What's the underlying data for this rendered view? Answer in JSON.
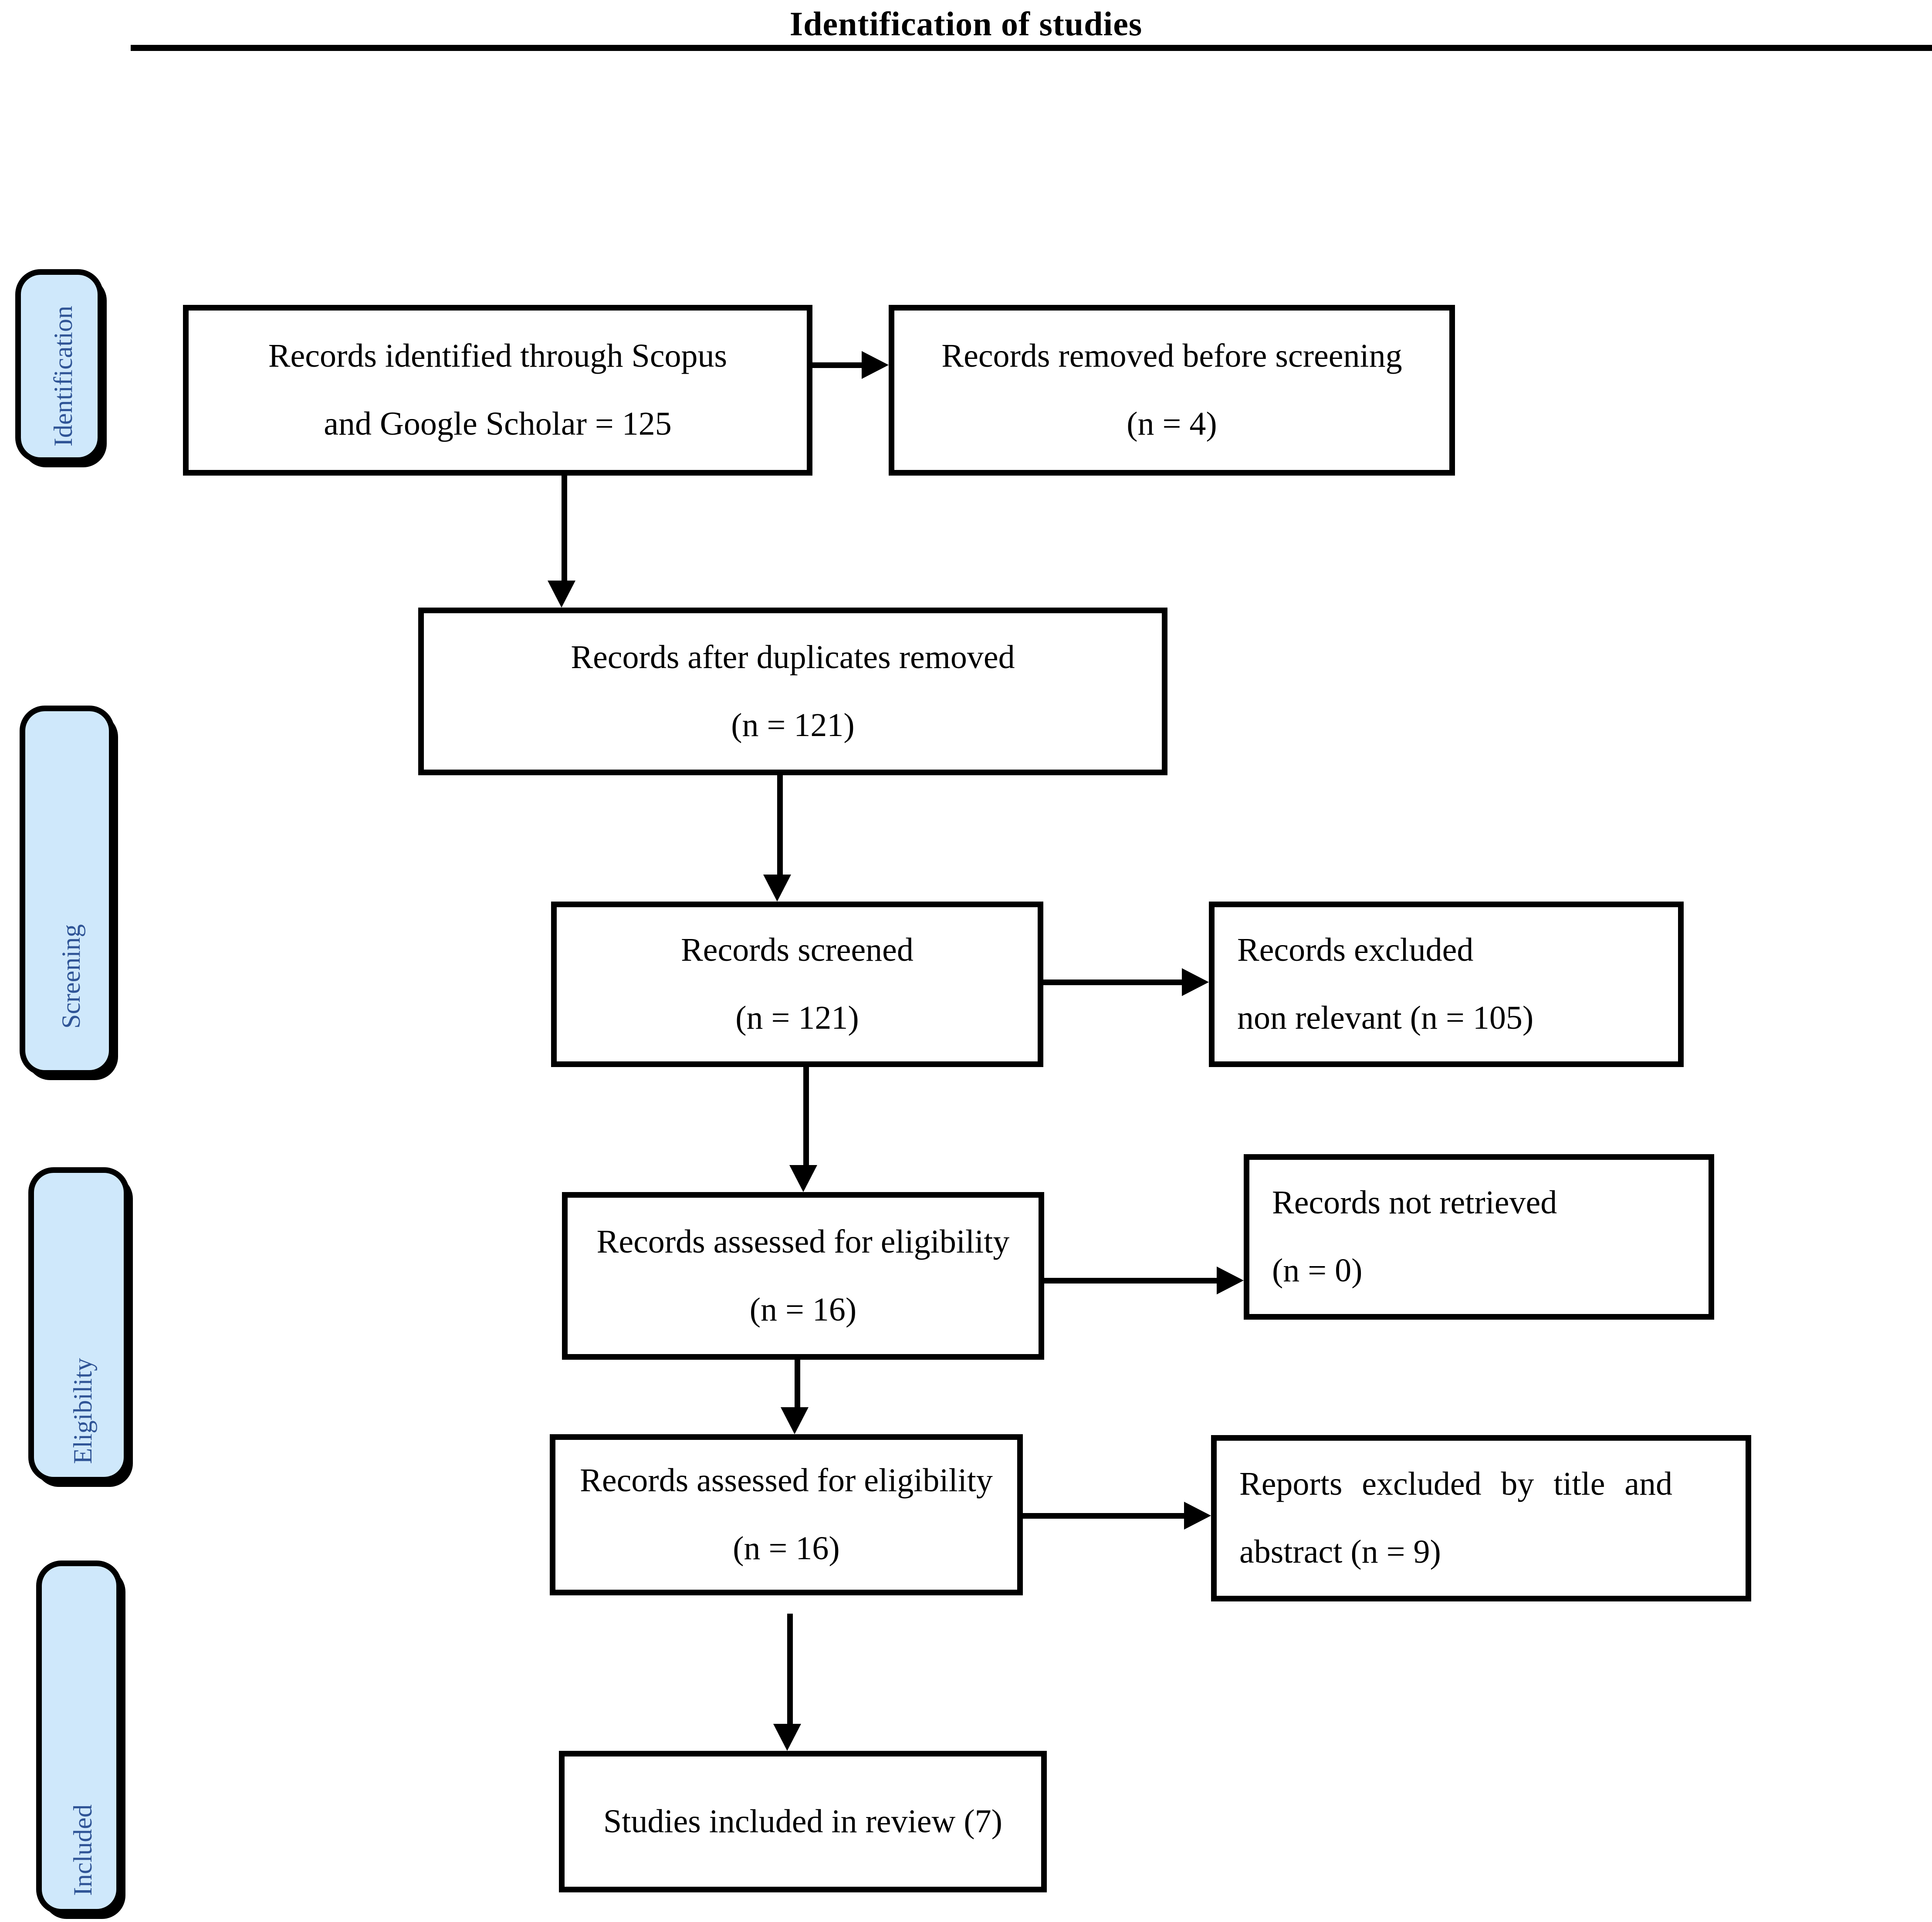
{
  "title": "Identification of studies",
  "sidebar": {
    "stages": [
      {
        "label": "Identification"
      },
      {
        "label": "Screening"
      },
      {
        "label": "Eligibility"
      },
      {
        "label": "Included"
      }
    ]
  },
  "boxes": {
    "identified": {
      "line1": "Records identified through Scopus",
      "line2": "and Google Scholar = 125"
    },
    "removed": {
      "line1": "Records removed before screening",
      "line2": "(n = 4)"
    },
    "duplicates": {
      "line1": "Records after duplicates removed",
      "line2": "(n = 121)"
    },
    "screened": {
      "line1": "Records screened",
      "line2": "(n = 121)"
    },
    "excluded": {
      "line1": "Records excluded",
      "line2": "non relevant (n = 105)"
    },
    "assessed1": {
      "line1": "Records assessed for eligibility",
      "line2": "(n = 16)"
    },
    "not_retrieved": {
      "line1": "Records not retrieved",
      "line2": "(n = 0)"
    },
    "assessed2": {
      "line1": "Records assessed for eligibility",
      "line2": "(n = 16)"
    },
    "reports_excluded": {
      "line1": "Reports excluded by title and",
      "line2": "abstract (n = 9)"
    },
    "included": {
      "line1": "Studies included in review (7)"
    }
  },
  "colors": {
    "stage_fill": "#cfe8fb",
    "stage_text": "#2f5496",
    "box_border": "#000000",
    "background": "#ffffff"
  }
}
